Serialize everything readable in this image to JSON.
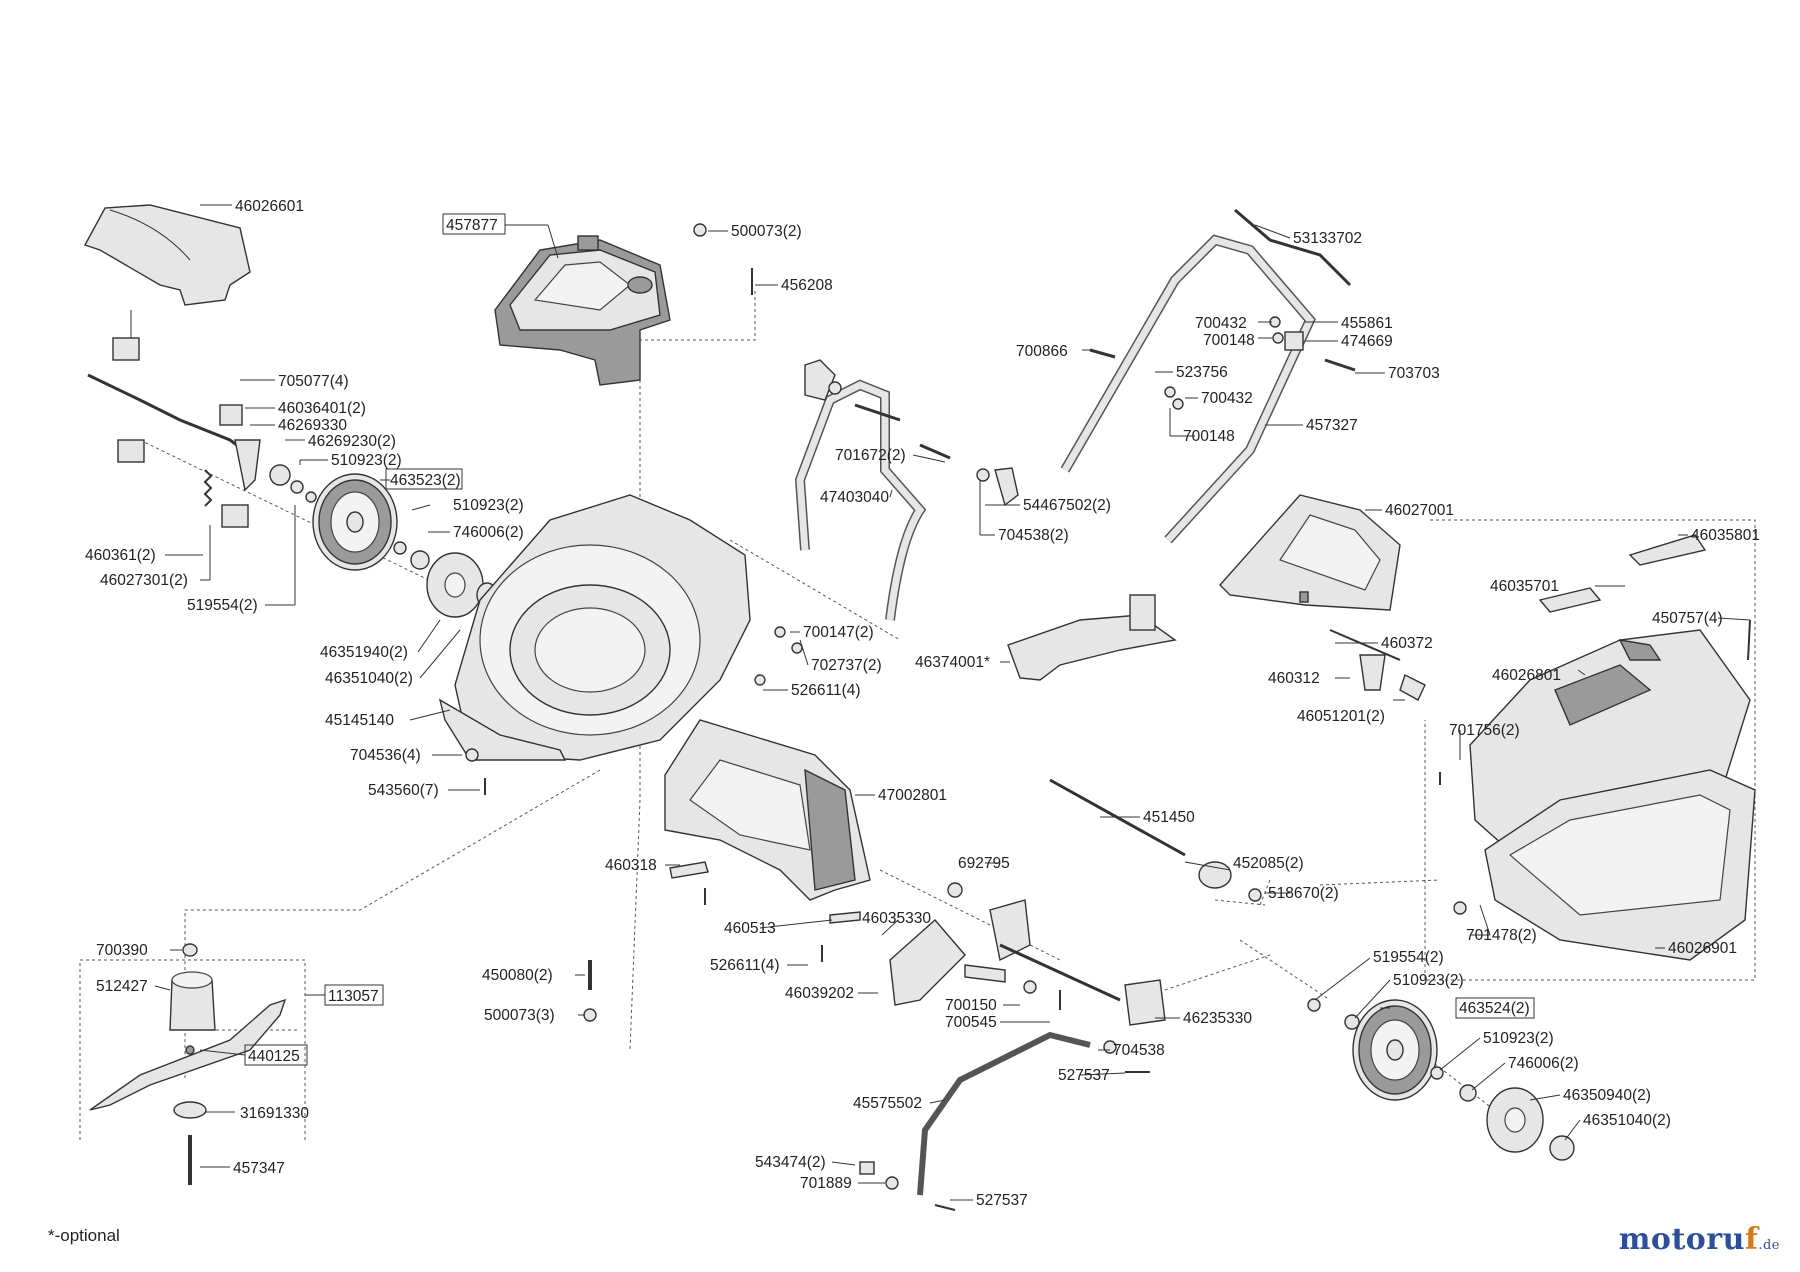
{
  "footnote": "*-optional",
  "brand": {
    "name_main": "motoru",
    "name_accent": "f",
    "suffix": ".de"
  },
  "labels": {
    "l46026601": "46026601",
    "l457877": "457877",
    "l500073_2": "500073(2)",
    "l456208": "456208",
    "l53133702": "53133702",
    "l700432a": "700432",
    "l700148a": "700148",
    "l455861": "455861",
    "l474669": "474669",
    "l700866": "700866",
    "l523756": "523756",
    "l703703": "703703",
    "l700432b": "700432",
    "l700148b": "700148",
    "l457327": "457327",
    "l705077_4": "705077(4)",
    "l46036401_2": "46036401(2)",
    "l46269330": "46269330",
    "l46269230_2": "46269230(2)",
    "l510923_2a": "510923(2)",
    "l463523_2": "463523(2)",
    "l510923_2b": "510923(2)",
    "l746006_2a": "746006(2)",
    "l460361_2": "460361(2)",
    "l46027301_2": "46027301(2)",
    "l519554_2a": "519554(2)",
    "l46351940_2": "46351940(2)",
    "l46351040_2a": "46351040(2)",
    "l45145140": "45145140",
    "l704536_4": "704536(4)",
    "l543560_7": "543560(7)",
    "l701672_2": "701672(2)",
    "l47403040": "47403040",
    "l54467502_2": "54467502(2)",
    "l704538_2": "704538(2)",
    "l700147_2": "700147(2)",
    "l702737_2": "702737(2)",
    "l526611_4a": "526611(4)",
    "l46374001": "46374001*",
    "l46027001": "46027001",
    "l46035801": "46035801",
    "l46035701": "46035701",
    "l450757_4": "450757(4)",
    "l460372": "460372",
    "l460312": "460312",
    "l46051201_2": "46051201(2)",
    "l46026801": "46026801",
    "l701756_2": "701756(2)",
    "l47002801": "47002801",
    "l451450": "451450",
    "l460318": "460318",
    "l692795": "692795",
    "l452085_2": "452085(2)",
    "l518670_2": "518670(2)",
    "l701478_2": "701478(2)",
    "l46026901": "46026901",
    "l460513": "460513",
    "l46035330": "46035330",
    "l526611_4b": "526611(4)",
    "l46039202": "46039202",
    "l700150": "700150",
    "l700545": "700545",
    "l46235330": "46235330",
    "l519554_2b": "519554(2)",
    "l510923_2c": "510923(2)",
    "l463524_2": "463524(2)",
    "l510923_2d": "510923(2)",
    "l746006_2b": "746006(2)",
    "l46350940_2": "46350940(2)",
    "l46351040_2b": "46351040(2)",
    "l704538": "704538",
    "l527537a": "527537",
    "l45575502": "45575502",
    "l543474_2": "543474(2)",
    "l701889": "701889",
    "l527537b": "527537",
    "l700390": "700390",
    "l512427": "512427",
    "l113057": "113057",
    "l440125": "440125",
    "l31691330": "31691330",
    "l457347": "457347",
    "l450080_2": "450080(2)",
    "l500073_3": "500073(3)"
  }
}
